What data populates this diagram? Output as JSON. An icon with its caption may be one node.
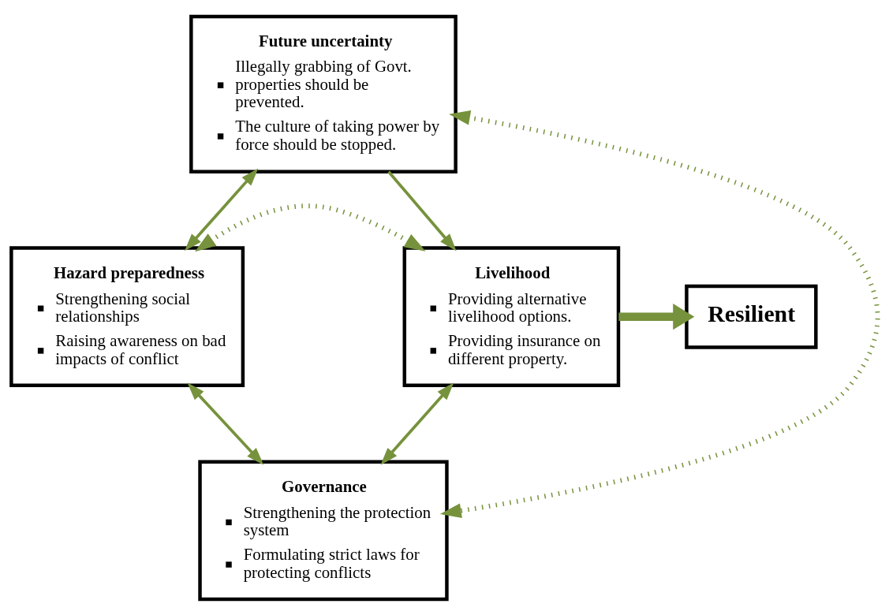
{
  "diagram": {
    "nodes": [
      {
        "text": [
          "Future uncertainty",
          "Illegally grabbing of Govt. properties should be prevented.",
          "The culture of taking power by force should be stopped."
        ]
      },
      {
        "text": [
          "Hazard preparedness",
          "Strengthening social relationships",
          "Raising awareness on bad impacts of conflict"
        ]
      },
      {
        "text": [
          "Livelihood",
          "Providing alternative livelihood options.",
          "Providing insurance on different property."
        ]
      },
      {
        "text": [
          "Resilient"
        ]
      },
      {
        "text": [
          "Governance",
          "Strengthening the protection system",
          "Formulating strict laws for protecting conflicts"
        ]
      }
    ],
    "edges": [
      {
        "from": 0,
        "to": 1,
        "arrow": "both"
      },
      {
        "from": 0,
        "to": 2,
        "arrow": "to"
      },
      {
        "from": 0,
        "to": 4,
        "arrow": "both",
        "style": "dashed"
      },
      {
        "from": 1,
        "to": 2,
        "arrow": "both",
        "style": "dashed"
      },
      {
        "from": 2,
        "to": 3,
        "arrow": "to",
        "style": "thick"
      },
      {
        "from": 1,
        "to": 4,
        "arrow": "both"
      },
      {
        "from": 2,
        "to": 4,
        "arrow": "both"
      }
    ]
  }
}
